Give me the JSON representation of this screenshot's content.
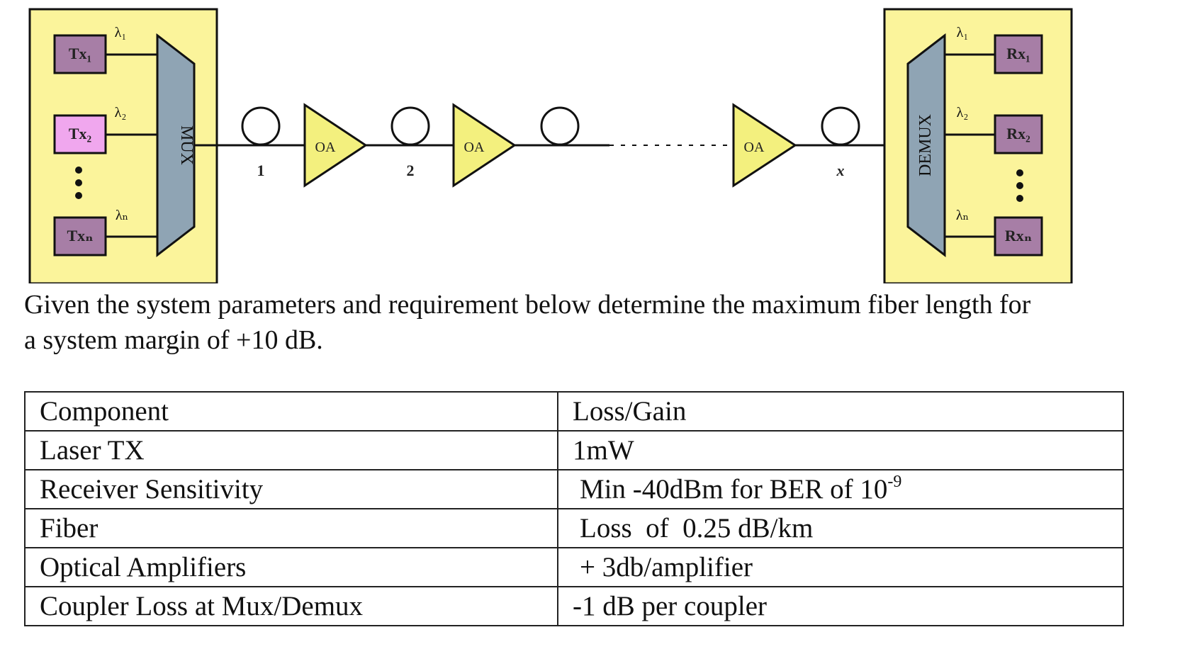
{
  "diagram": {
    "tx_labels": [
      "Tx₁",
      "Tx₂",
      "Txₙ"
    ],
    "rx_labels": [
      "Rx₁",
      "Rx₂",
      "Rxₙ"
    ],
    "wavelength_labels_tx": [
      "λ₁",
      "λ₂",
      "λₙ"
    ],
    "wavelength_labels_rx": [
      "λ₁",
      "λ₂",
      "λₙ"
    ],
    "mux_label": "MUX",
    "demux_label": "DEMUX",
    "amplifier_label": "OA",
    "span_labels": [
      "1",
      "2",
      "x"
    ],
    "colors": {
      "terminal_bg": "#fbf49b",
      "tx_box": "#a77ea6",
      "tx_box_highlight": "#f0a7ee",
      "mux": "#8fa4b4",
      "amplifier": "#f3f07e",
      "line": "#111111"
    }
  },
  "question": {
    "line1": "Given the system parameters and requirement below determine the maximum fiber length for",
    "line2": "a system margin of +10 dB."
  },
  "table": {
    "headers": [
      "Component",
      "Loss/Gain"
    ],
    "rows": [
      {
        "component": "Laser TX",
        "value": "1mW"
      },
      {
        "component": "Receiver Sensitivity",
        "value": "Min -40dBm for BER of 10",
        "sup": "-9"
      },
      {
        "component": "Fiber",
        "value": "Loss  of  0.25 dB/km"
      },
      {
        "component": "Optical Amplifiers",
        "value": "+ 3db/amplifier"
      },
      {
        "component": "Coupler Loss at Mux/Demux",
        "value": "-1 dB per coupler"
      }
    ]
  }
}
